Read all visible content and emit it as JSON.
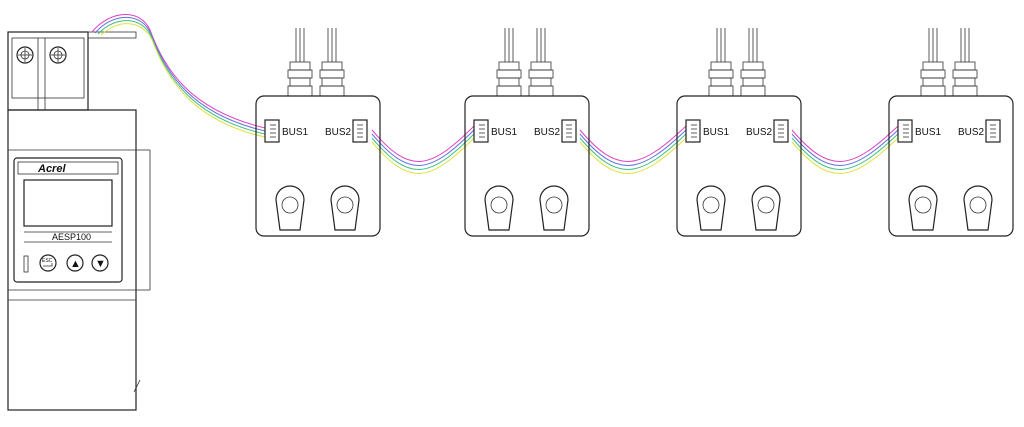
{
  "meter": {
    "brand": "Acrel",
    "model": "AESP100",
    "buttons": [
      {
        "name": "esc-enter-button",
        "glyph": "ESC"
      },
      {
        "name": "up-button",
        "glyph": "▲"
      },
      {
        "name": "down-button",
        "glyph": "▼"
      }
    ]
  },
  "modules": [
    {
      "port1": "BUS1",
      "port2": "BUS2"
    },
    {
      "port1": "BUS1",
      "port2": "BUS2"
    },
    {
      "port1": "BUS1",
      "port2": "BUS2"
    },
    {
      "port1": "BUS1",
      "port2": "BUS2"
    }
  ],
  "bus_wire_colors": [
    "#e040c0",
    "#6070e0",
    "#40c080",
    "#e0e040"
  ]
}
